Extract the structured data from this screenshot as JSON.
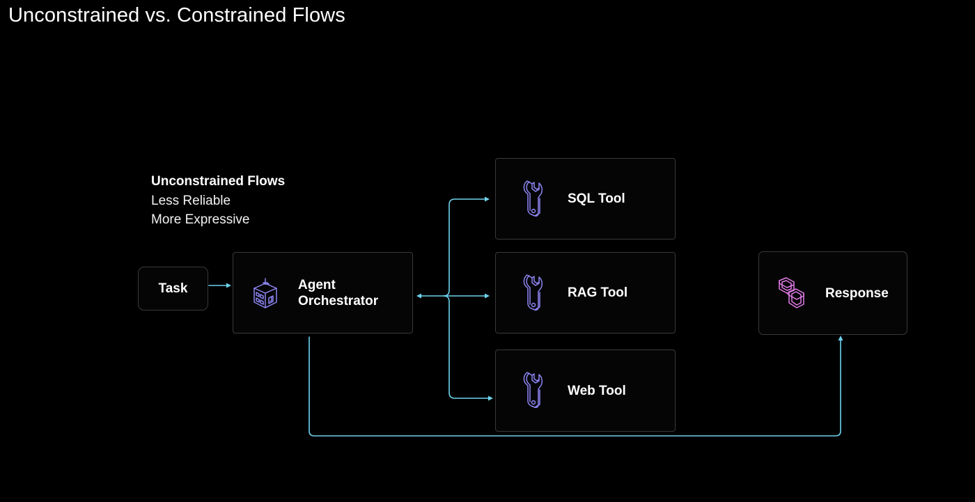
{
  "title": "Unconstrained vs. Constrained Flows",
  "legend": {
    "heading": "Unconstrained Flows",
    "lines": [
      "Less Reliable",
      "More Expressive"
    ]
  },
  "nodes": {
    "task": {
      "label": "Task"
    },
    "agent": {
      "label_lines": [
        "Agent",
        "Orchestrator"
      ],
      "icon": "building-icon"
    },
    "sql_tool": {
      "label": "SQL Tool",
      "icon": "wrench-icon"
    },
    "rag_tool": {
      "label": "RAG Tool",
      "icon": "wrench-icon"
    },
    "web_tool": {
      "label": "Web Tool",
      "icon": "wrench-icon"
    },
    "response": {
      "label": "Response",
      "icon": "chain-link-icon"
    }
  },
  "colors": {
    "background": "#000000",
    "connector": "#6fd3ee",
    "tool_icon": "#8e86f5",
    "response_icon": "#e37ce9",
    "node_border": "#3a3a3a"
  }
}
